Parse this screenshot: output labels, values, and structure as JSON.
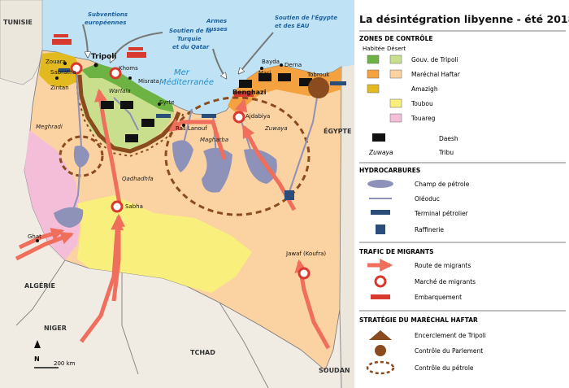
{
  "title": "La désintégration libyenne - été 2018",
  "map": {
    "countries": {
      "tunisie": "TUNISIE",
      "algerie": "ALGÉRIE",
      "niger": "NIGER",
      "tchad": "TCHAD",
      "soudan": "SOUDAN",
      "egypte": "ÉGYPTE"
    },
    "sea": [
      "Mer",
      "Méditerranée"
    ],
    "cities": {
      "tripoli": "Tripoli",
      "zouara": "Zouara",
      "sabratha": "Sabratha",
      "zintan": "Zintan",
      "khoms": "Khoms",
      "misrata": "Misrata",
      "syrte": "Syrte",
      "ras_lanouf": "Ras Lanouf",
      "benghazi": "Benghazi",
      "marj": "Marj",
      "bayda": "Bayda",
      "derna": "Derna",
      "tobrouk": "Tobrouk",
      "ajdabiya": "Ajdabiya",
      "sabha": "Sabha",
      "ghat": "Ghat",
      "jawaf": "Jawaf (Koufra)"
    },
    "tribes": {
      "warfala": "Warfala",
      "meghradi": "Meghradi",
      "qadhadhfa": "Qadhadhfa",
      "magharba": "Magharba",
      "zuwaya": "Zuwaya"
    },
    "annotations": {
      "subventions": [
        "Subventions",
        "européennes"
      ],
      "soutien_turquie": [
        "Soutien de la",
        "Turquie",
        "et du Qatar"
      ],
      "armes": [
        "Armes",
        "russes"
      ],
      "soutien_egypte": [
        "Soutien de l'Égypte",
        "et des EAU"
      ]
    },
    "scale": {
      "north": "N",
      "label": "200 km"
    }
  },
  "legend": {
    "zones": {
      "heading": "ZONES DE CONTRÔLE",
      "col_inhabited": "Habitée",
      "col_desert": "Désert",
      "items": [
        {
          "label": "Gouv. de Tripoli",
          "inhabited": "#6cb344",
          "desert": "#c9df8e"
        },
        {
          "label": "Maréchal Haftar",
          "inhabited": "#f3a23f",
          "desert": "#fbd2a1"
        },
        {
          "label": "Amazigh",
          "inhabited": "#e2b91f",
          "desert": null
        },
        {
          "label": "Toubou",
          "inhabited": null,
          "desert": "#f8ef7c"
        },
        {
          "label": "Touareg",
          "inhabited": null,
          "desert": "#f5bed8"
        }
      ],
      "daesh": "Daesh",
      "tribe_sample": "Zuwaya",
      "tribe_label": "Tribu"
    },
    "hydro": {
      "heading": "HYDROCARBURES",
      "items": [
        "Champ de pétrole",
        "Oléoduc",
        "Terminal pétrolier",
        "Raffinerie"
      ]
    },
    "migrants": {
      "heading": "TRAFIC DE MIGRANTS",
      "items": [
        "Route de migrants",
        "Marché de migrants",
        "Embarquement"
      ]
    },
    "strategy": {
      "heading": "STRATÉGIE DU MARÉCHAL HAFTAR",
      "items": [
        "Encerclement de Tripoli",
        "Contrôle du Parlement",
        "Contrôle du pétrole"
      ]
    }
  },
  "colors": {
    "sea": "#bfe3f4",
    "sea_text": "#1b8fce",
    "land": "#f0ece4",
    "desert_haftar": "#fbd2a1",
    "coast_haftar": "#f3a23f",
    "tripoli_coast": "#6cb344",
    "tripoli_desert": "#c9df8e",
    "amazigh": "#e2b91f",
    "toubou": "#f8ef7c",
    "touareg": "#f5bed8",
    "oilfield": "#8e91b8",
    "pipeline": "#8e91b8",
    "migrant": "#ef6e5c",
    "haftar_brown": "#8a4c1e",
    "ship": "#d93a2f",
    "tanker": "#2b4d7a"
  }
}
